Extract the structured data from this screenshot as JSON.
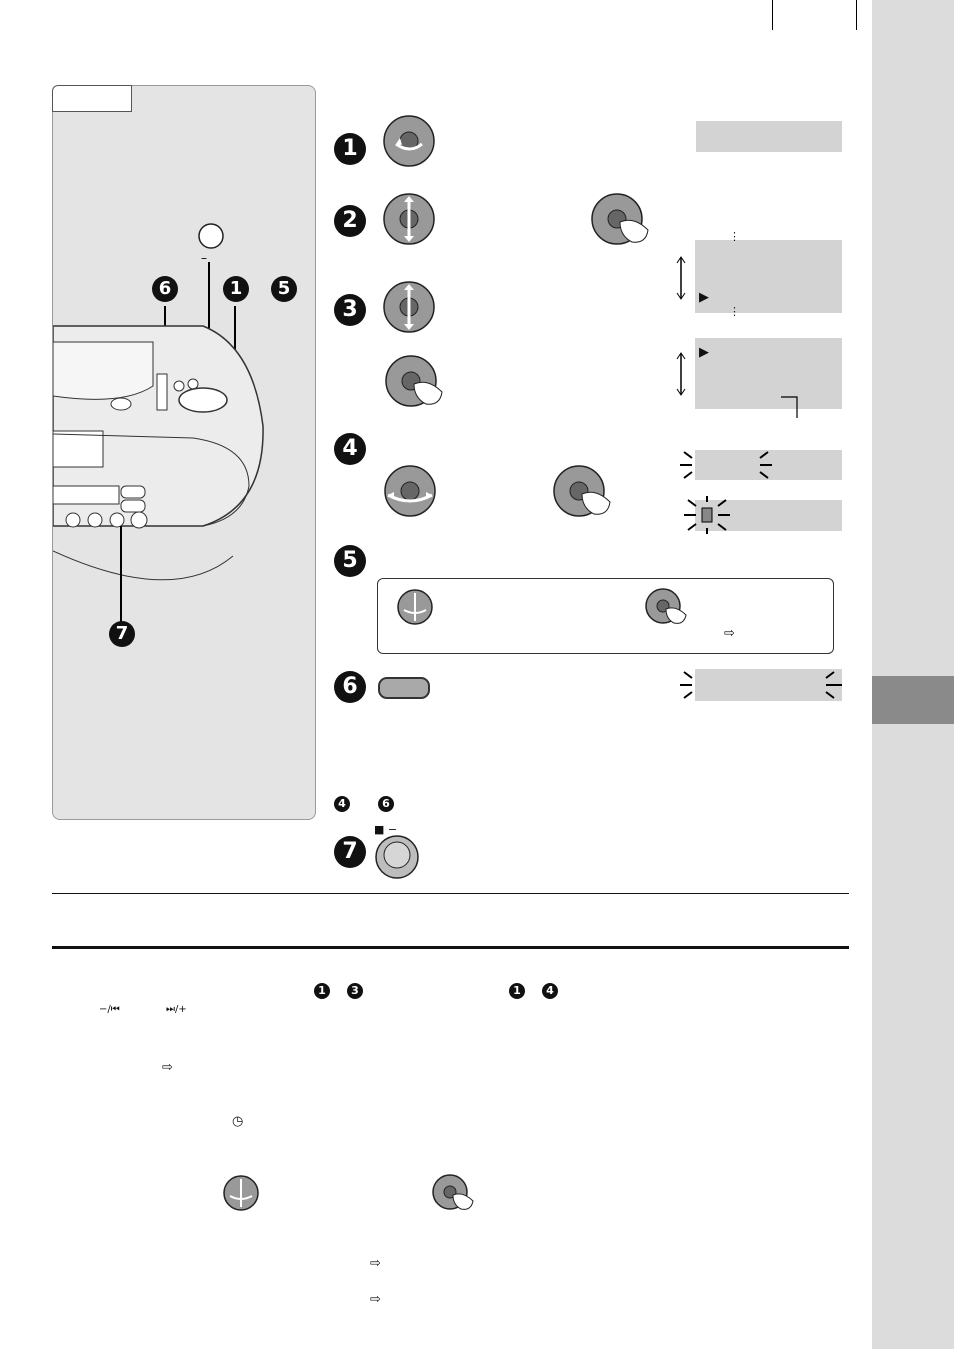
{
  "page": {
    "panel_label": "",
    "side_tab": "",
    "step_numbers": [
      "1",
      "2",
      "3",
      "4",
      "5",
      "6",
      "7"
    ],
    "panel_callouts": [
      "6",
      "1",
      "5",
      "7"
    ],
    "step_range_label": {
      "from": "4",
      "to": "6"
    },
    "text_refs": [
      {
        "from": "1",
        "to": "3"
      },
      {
        "from": "1",
        "to": "4"
      }
    ],
    "skip_symbols": [
      "−/⏮",
      "⏭/+"
    ],
    "stop_symbol": "■ −",
    "timer_symbol": "◷",
    "arrow_symbol": "⇨",
    "display_indicator": "▶",
    "colors": {
      "side_tab": "#dcdcdc",
      "side_tab_accent": "#8a8a8a",
      "panel": "#e4e4e4",
      "display": "#d3d3d3"
    }
  }
}
